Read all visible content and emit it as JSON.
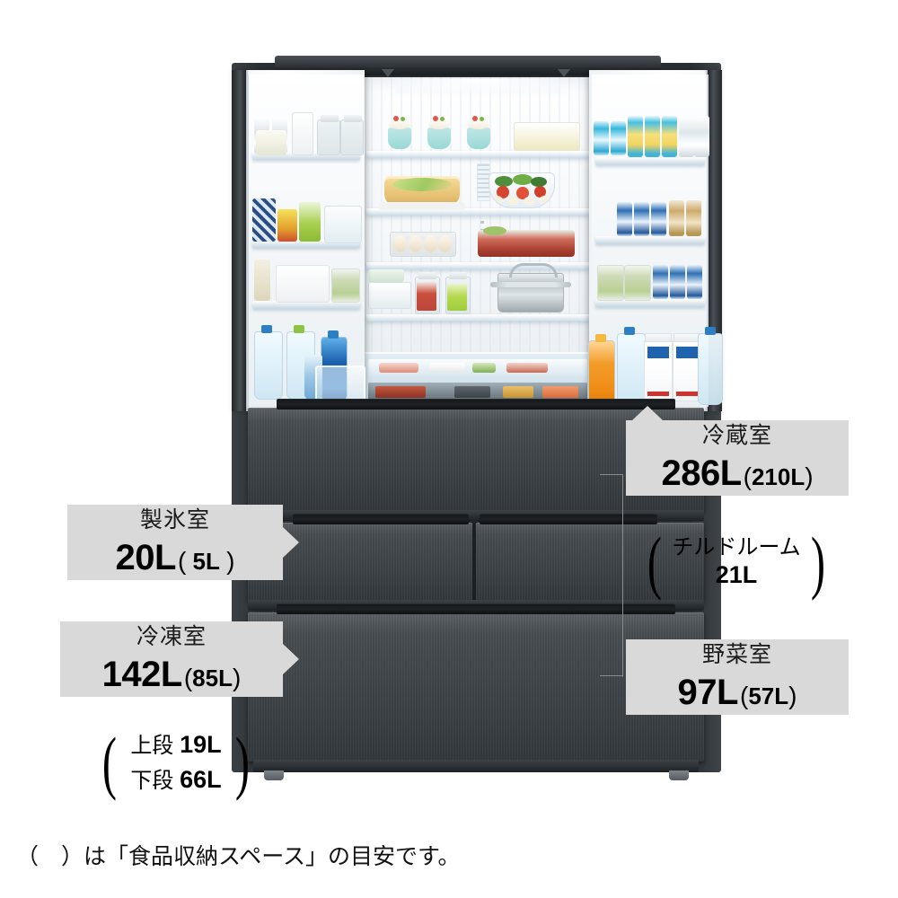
{
  "product": {
    "type": "refrigerator-capacity-diagram",
    "body_color": "#3a4044",
    "chip_bg": "#d9d9d9",
    "leader_color": "#8c8c8c"
  },
  "callouts": {
    "ice": {
      "name": "ice-compartment",
      "caption": "製氷室",
      "value": "20L",
      "sub_open": "(",
      "sub_value": "5L",
      "sub_close": ")",
      "side": "left"
    },
    "freezer": {
      "name": "freezer-compartment",
      "caption": "冷凍室",
      "value": "142L",
      "sub_open": "(",
      "sub_value": "85L",
      "sub_close": ")",
      "side": "left"
    },
    "freezer_detail": {
      "name": "freezer-tiers",
      "row_upper_label": "上段",
      "row_upper_value": "19L",
      "row_lower_label": "下段",
      "row_lower_value": "66L",
      "open_paren": "(",
      "close_paren": ")"
    },
    "fridge": {
      "name": "refrigerator-compartment",
      "caption": "冷蔵室",
      "value": "286L",
      "sub_open": "(",
      "sub_value": "210L",
      "sub_close": ")",
      "side": "right"
    },
    "chilled": {
      "name": "chilled-room",
      "caption": "チルドルーム",
      "value": "21L",
      "open_paren": "(",
      "close_paren": ")"
    },
    "vegetable": {
      "name": "vegetable-compartment",
      "caption": "野菜室",
      "value": "97L",
      "sub_open": "(",
      "sub_value": "57L",
      "sub_close": ")",
      "side": "right"
    }
  },
  "footnote": {
    "text": "（　）は「食品収納スペース」の目安です。"
  }
}
